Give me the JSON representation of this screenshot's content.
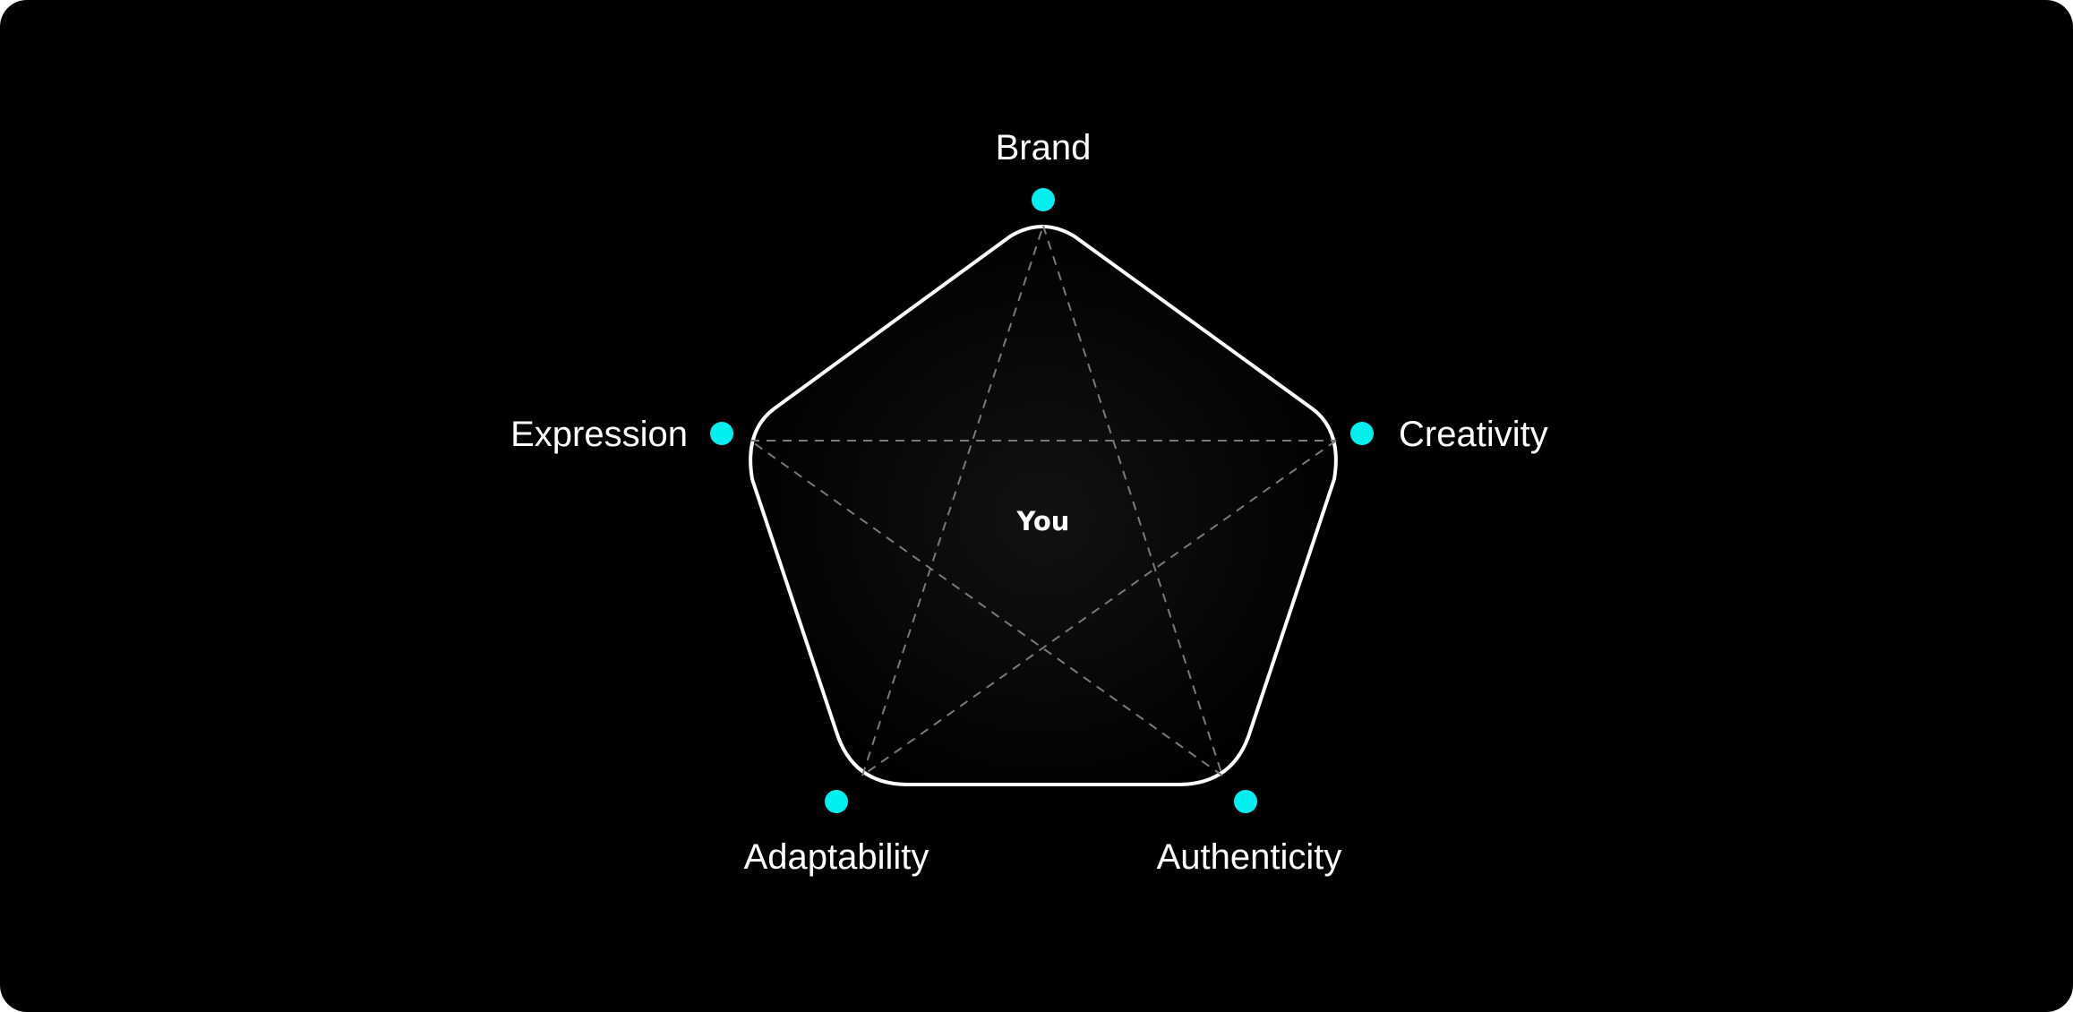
{
  "diagram": {
    "center_label": "You",
    "accent_color": "#00f0f0",
    "outline_color": "#ffffff",
    "connector_color": "#7a7a7a",
    "background_color": "#000000",
    "nodes": [
      {
        "id": "brand",
        "label": "Brand"
      },
      {
        "id": "creativity",
        "label": "Creativity"
      },
      {
        "id": "authenticity",
        "label": "Authenticity"
      },
      {
        "id": "adaptability",
        "label": "Adaptability"
      },
      {
        "id": "expression",
        "label": "Expression"
      }
    ]
  }
}
